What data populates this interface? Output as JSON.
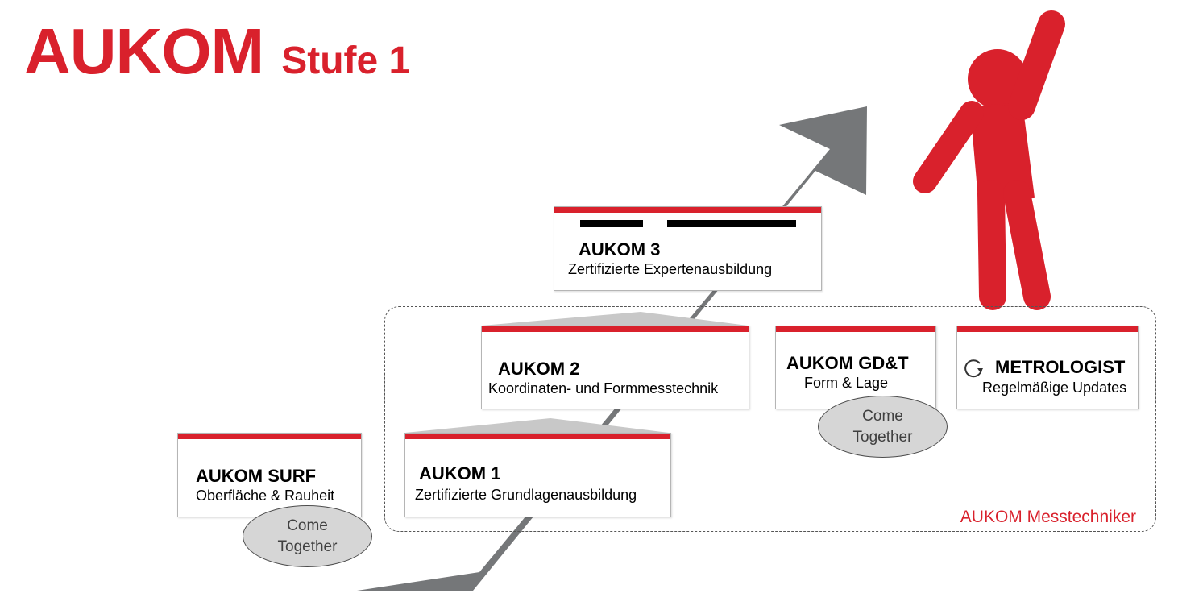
{
  "header": {
    "title_main": "AUKOM",
    "title_level": "Stufe 1"
  },
  "colors": {
    "accent": "#d9212c",
    "arrow": "#757779",
    "card_border": "#b5b5b5",
    "cloud_fill": "#d6d6d6"
  },
  "cards": {
    "aukom3": {
      "title": "AUKOM 3",
      "subtitle": "Zertifizierte Expertenausbildung"
    },
    "aukom2": {
      "title": "AUKOM 2",
      "subtitle": "Koordinaten- und Formmesstechnik"
    },
    "aukom1": {
      "title": "AUKOM 1",
      "subtitle": "Zertifizierte Grundlagenausbildung"
    },
    "surf": {
      "title": "AUKOM SURF",
      "subtitle": "Oberfläche & Rauheit"
    },
    "gdt": {
      "title": "AUKOM GD&T",
      "subtitle": "Form & Lage"
    },
    "metrologist": {
      "title": "METROLOGIST",
      "subtitle": "Regelmäßige Updates",
      "icon": "refresh-icon"
    }
  },
  "clouds": {
    "surf": {
      "line1": "Come",
      "line2": "Together"
    },
    "gdt": {
      "line1": "Come",
      "line2": "Together"
    }
  },
  "group": {
    "label": "AUKOM Messtechniker"
  },
  "figure": {
    "icon": "person-cheering-icon"
  }
}
